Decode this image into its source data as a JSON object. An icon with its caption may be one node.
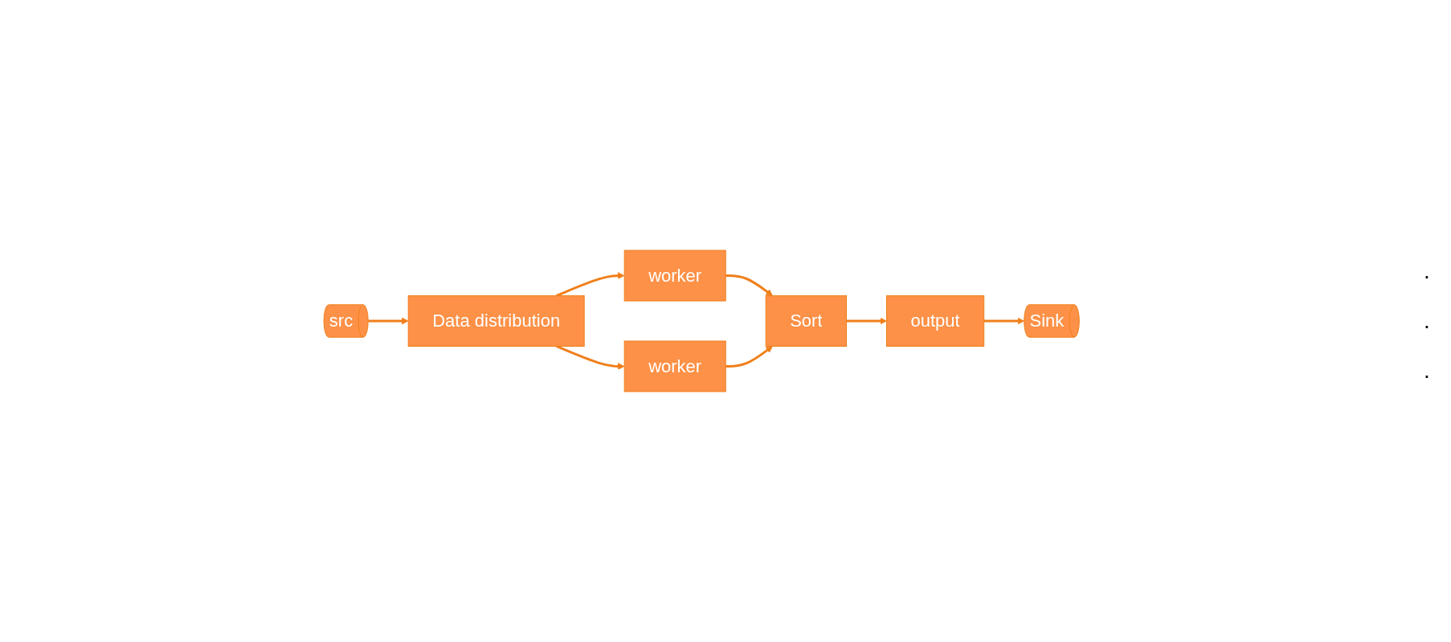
{
  "diagram": {
    "nodes": [
      {
        "text": [
          "src"
        ]
      },
      {
        "text": [
          "Data distribution"
        ]
      },
      {
        "text": [
          "worker"
        ]
      },
      {
        "text": [
          "worker"
        ]
      },
      {
        "text": [
          "Sort"
        ]
      },
      {
        "text": [
          "output"
        ]
      },
      {
        "text": [
          "Sink"
        ]
      }
    ],
    "edges": [
      {
        "from": 0,
        "to": 1,
        "arrow": "to"
      },
      {
        "from": 1,
        "to": 2,
        "arrow": "to"
      },
      {
        "from": 1,
        "to": 3,
        "arrow": "to"
      },
      {
        "from": 2,
        "to": 4,
        "arrow": "to"
      },
      {
        "from": 3,
        "to": 4,
        "arrow": "to"
      },
      {
        "from": 4,
        "to": 5,
        "arrow": "to"
      },
      {
        "from": 5,
        "to": 6,
        "arrow": "to"
      }
    ],
    "labels": [
      ".",
      ".",
      "."
    ]
  }
}
